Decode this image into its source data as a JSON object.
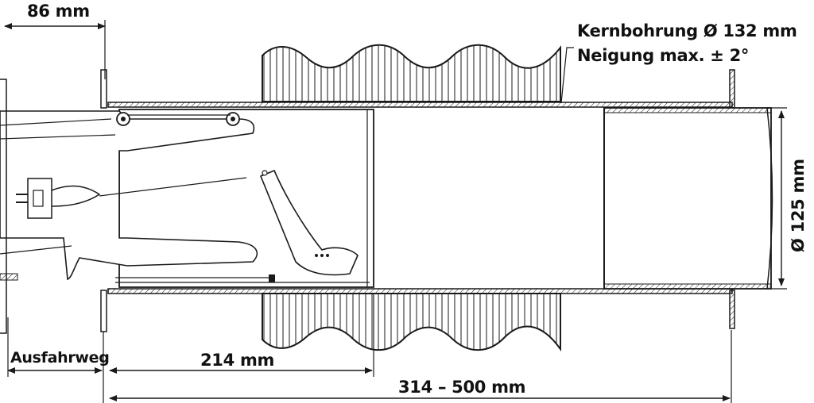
{
  "labels": {
    "top_width": "86 mm",
    "core_bore": "Kernbohrung Ø 132 mm",
    "inclination": "Neigung max. ± 2°",
    "diameter": "Ø 125 mm",
    "extension": "Ausfahrweg",
    "inner_length": "214 mm",
    "total_length": "314 – 500 mm"
  },
  "colors": {
    "line": "#1a1a1a",
    "background": "#ffffff"
  }
}
